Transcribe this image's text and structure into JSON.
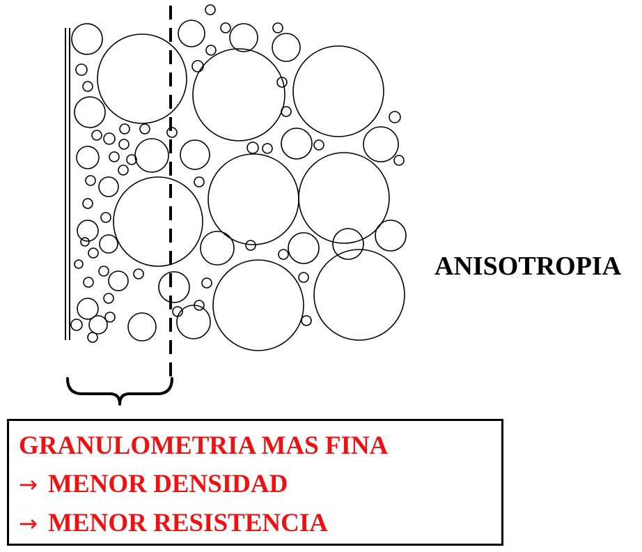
{
  "diagram": {
    "side_label": "ANISOTROPIA",
    "callout": {
      "line1": "GRANULOMETRIA MAS FINA",
      "line2_arrow": "→",
      "line2_text": "MENOR DENSIDAD",
      "line3_arrow": "→",
      "line3_text": "MENOR RESISTENCIA"
    },
    "colors": {
      "text_red": "#ee1111",
      "ink": "#000000",
      "background": "#ffffff"
    }
  }
}
